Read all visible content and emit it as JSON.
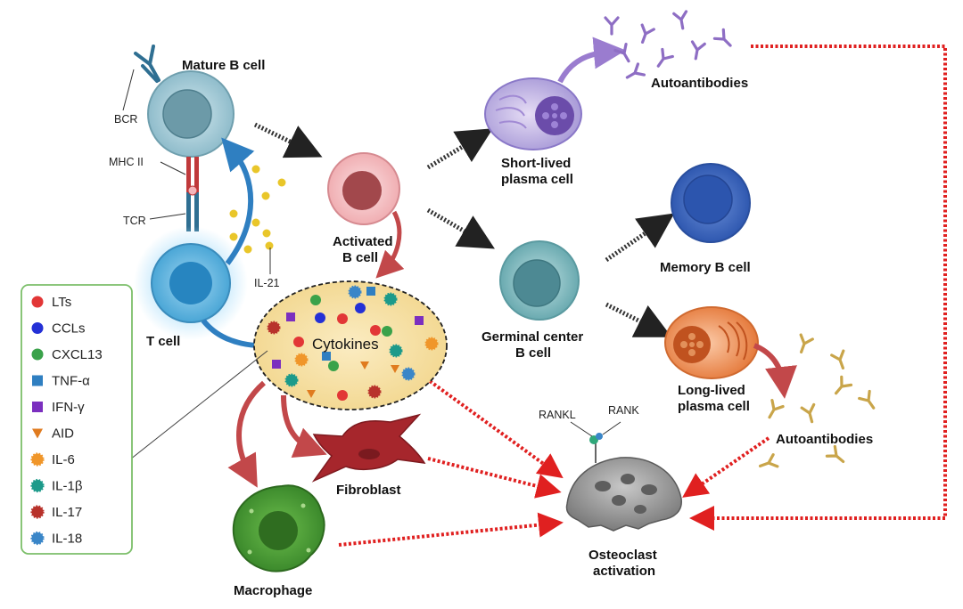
{
  "labels": {
    "mature_b": "Mature B cell",
    "bcr": "BCR",
    "mhc": "MHC II",
    "tcr": "TCR",
    "t_cell": "T cell",
    "il21": "IL-21",
    "activated_b_1": "Activated",
    "activated_b_2": "B cell",
    "short_lived_1": "Short-lived",
    "short_lived_2": "plasma cell",
    "autoantibodies_top": "Autoantibodies",
    "memory_b": "Memory B cell",
    "germinal_1": "Germinal center",
    "germinal_2": "B  cell",
    "long_lived_1": "Long-lived",
    "long_lived_2": "plasma cell",
    "autoantibodies_right": "Autoantibodies",
    "cytokines": "Cytokines",
    "fibroblast": "Fibroblast",
    "macrophage": "Macrophage",
    "rankl": "RANKL",
    "rank": "RANK",
    "osteoclast_1": "Osteoclast",
    "osteoclast_2": "activation"
  },
  "legend": [
    {
      "label": "LTs",
      "shape": "circle",
      "color": "#e23636"
    },
    {
      "label": "CCLs",
      "shape": "circle",
      "color": "#2430d6"
    },
    {
      "label": "CXCL13",
      "shape": "circle",
      "color": "#3aa24a"
    },
    {
      "label": "TNF-α",
      "shape": "square",
      "color": "#2f7fc1"
    },
    {
      "label": "IFN-γ",
      "shape": "square",
      "color": "#7b2fbf"
    },
    {
      "label": "AID",
      "shape": "triangle",
      "color": "#e07b1f"
    },
    {
      "label": "IL-6",
      "shape": "star",
      "color": "#f0962a"
    },
    {
      "label": "IL-1β",
      "shape": "star",
      "color": "#1c9a8a"
    },
    {
      "label": "IL-17",
      "shape": "star",
      "color": "#b8322b"
    },
    {
      "label": "IL-18",
      "shape": "star",
      "color": "#3a86c8"
    }
  ],
  "colors": {
    "legend_border": "#7cbf6a",
    "red_dotted": "#e02020",
    "grey_arrow": "#333333",
    "blue_arrow": "#2f7fc1",
    "red_arrow": "#c2484a"
  }
}
